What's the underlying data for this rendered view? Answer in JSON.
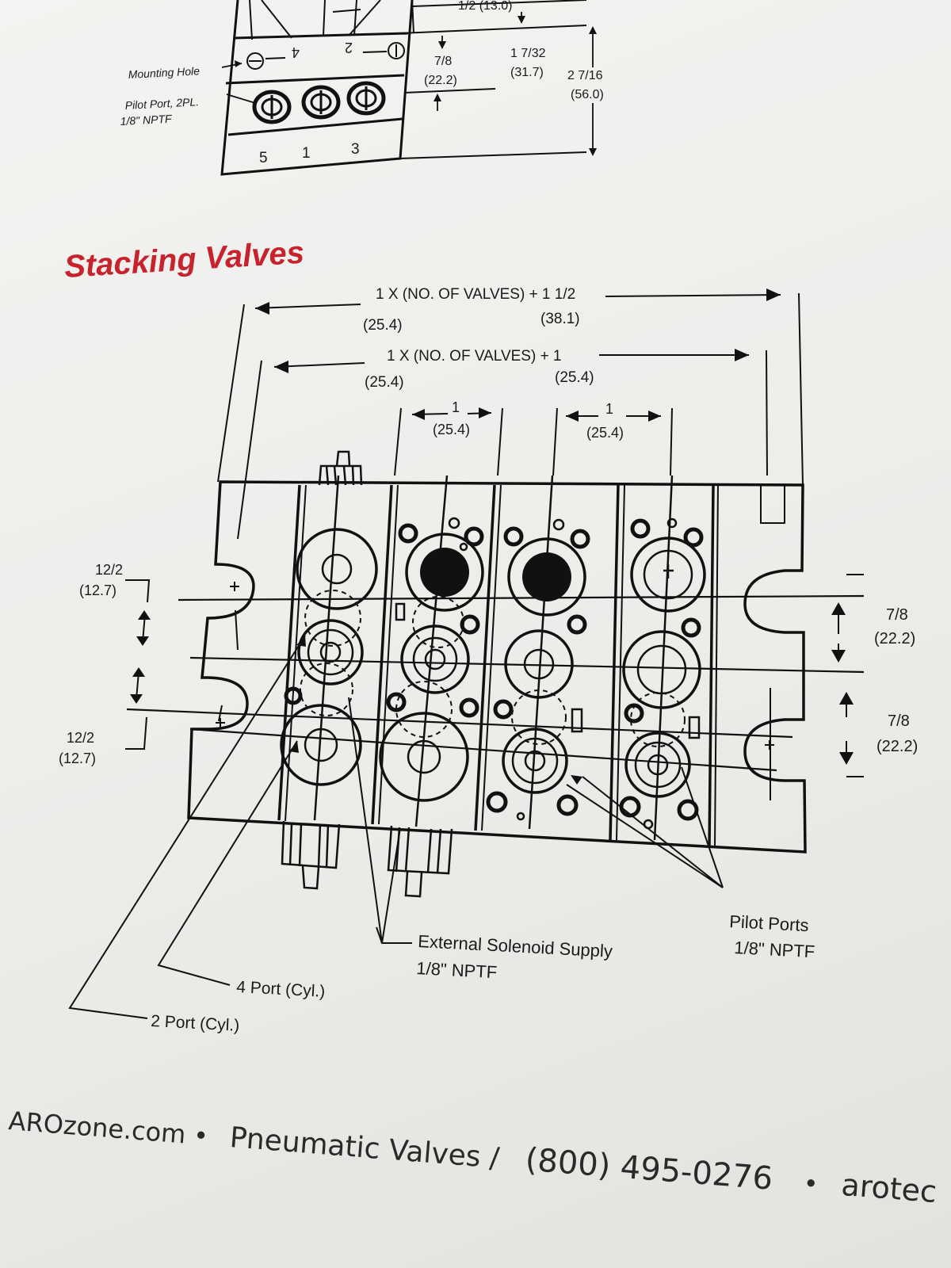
{
  "top_diagram": {
    "top_cut_label": "1/2 (13.0)",
    "mounting_hole": "Mounting Hole",
    "pilot_port_line1": "Pilot Port, 2PL.",
    "pilot_port_line2": "1/8\" NPTF",
    "port_4": "4",
    "port_2": "2",
    "ports_bottom": [
      "5",
      "1",
      "3"
    ],
    "dim_a": "7/8",
    "dim_a_mm": "(22.2)",
    "dim_b": "1 7/32",
    "dim_b_mm": "(31.7)",
    "dim_c": "2 7/16",
    "dim_c_mm": "(56.0)"
  },
  "section_title": "Stacking Valves",
  "stacking": {
    "dim_overall": "1 X (NO. OF VALVES) + 1 1/2",
    "dim_overall_mm_left": "(25.4)",
    "dim_overall_mm_right": "(38.1)",
    "dim_inner": "1 X (NO. OF VALVES) + 1",
    "dim_inner_mm_left": "(25.4)",
    "dim_inner_mm_right": "(25.4)",
    "pitch_1": "1",
    "pitch_1_mm": "(25.4)",
    "pitch_2": "1",
    "pitch_2_mm": "(25.4)",
    "left_dim_1": "12/2",
    "left_dim_1_mm": "(12.7)",
    "left_dim_2": "12/2",
    "left_dim_2_mm": "(12.7)",
    "right_dim_1": "7/8",
    "right_dim_1_mm": "(22.2)",
    "right_dim_2": "7/8",
    "right_dim_2_mm": "(22.2)",
    "callout_pilot_ports_1": "Pilot Ports",
    "callout_pilot_ports_2": "1/8\" NPTF",
    "callout_ext_solenoid_1": "External Solenoid Supply",
    "callout_ext_solenoid_2": "1/8\" NPTF",
    "callout_4port": "4 Port (Cyl.)",
    "callout_2port": "2 Port (Cyl.)"
  },
  "footer": {
    "site": "AROzone.com",
    "sep1": "•",
    "section": "Pneumatic Valves /",
    "phone": "(800) 495-0276",
    "sep2": "•",
    "tail": "arotec"
  },
  "colors": {
    "accent": "#c8222c",
    "ink": "#111111",
    "paper": "#f0f0ee"
  }
}
